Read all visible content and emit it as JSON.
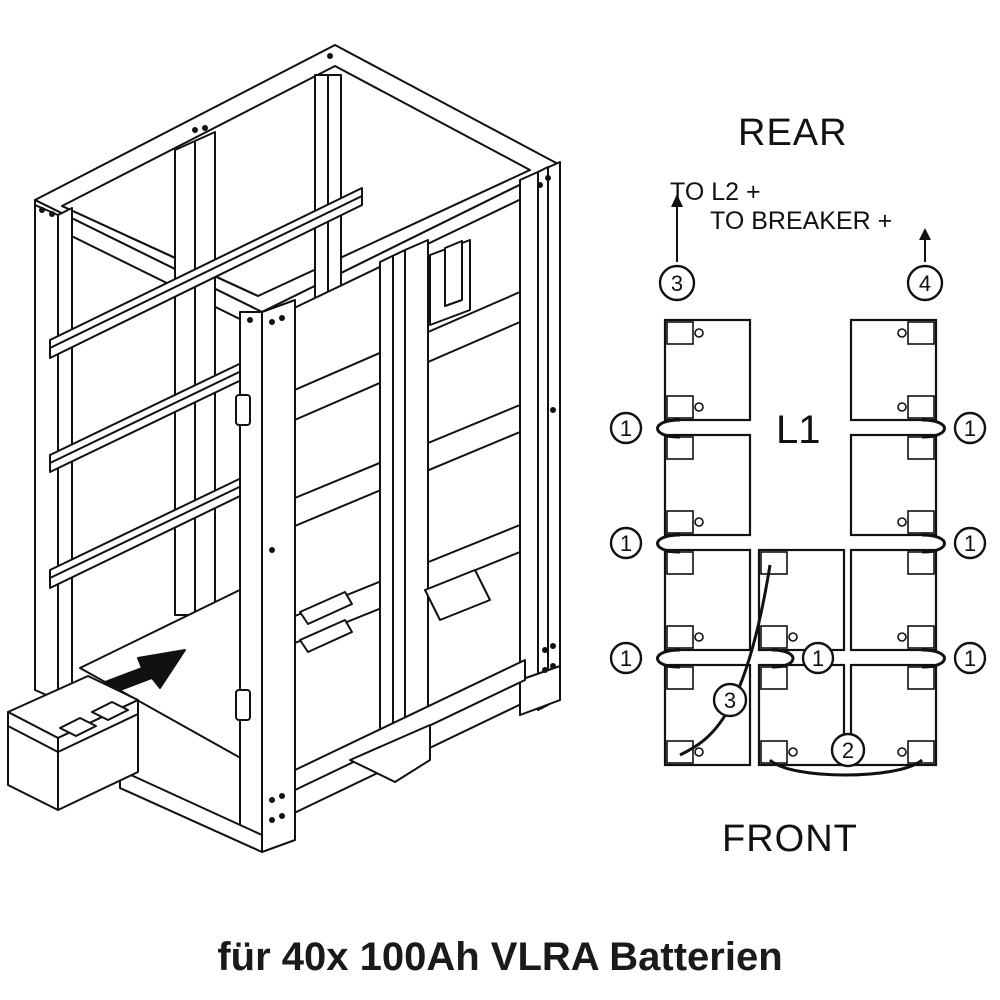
{
  "diagram": {
    "rear_label": "REAR",
    "front_label": "FRONT",
    "string_label": "L1",
    "to_l2": "TO L2 +",
    "to_breaker": "TO BREAKER +",
    "callouts": {
      "jumper": "1",
      "cross_link": "2",
      "lead_l2": "3",
      "lead_breaker": "4"
    }
  },
  "caption": "für 40x 100Ah VLRA Batterien"
}
